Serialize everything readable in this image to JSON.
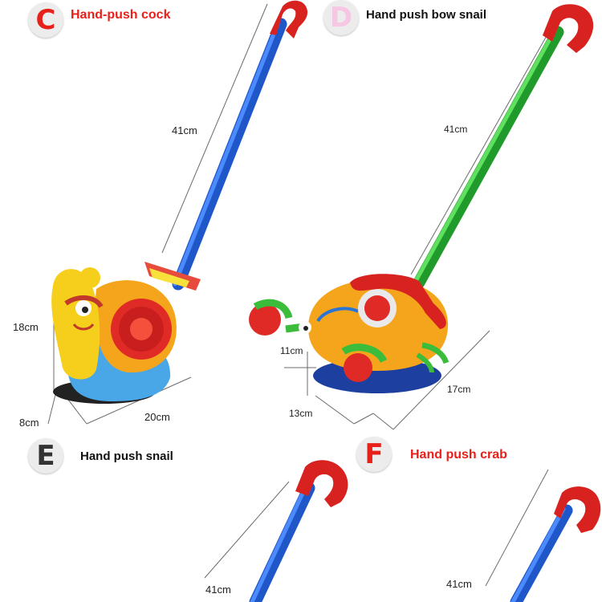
{
  "products": [
    {
      "letter": "C",
      "name": "Hand-push cock",
      "letter_color": "#e8201a",
      "name_color": "#e8201a"
    },
    {
      "letter": "D",
      "name": "Hand push bow snail",
      "letter_color": "#f6c6e2",
      "name_color": "#111111"
    },
    {
      "letter": "E",
      "name": "Hand push snail",
      "letter_color": "#333333",
      "name_color": "#111111"
    },
    {
      "letter": "F",
      "name": "Hand push crab",
      "letter_color": "#e8201a",
      "name_color": "#e8201a"
    }
  ],
  "dimensions": {
    "snail_handle": "41cm",
    "snail_height": "18cm",
    "snail_depth": "8cm",
    "snail_length": "20cm",
    "crab_handle": "41cm",
    "crab_height": "11cm",
    "crab_depth": "13cm",
    "crab_length": "17cm",
    "bottom_left_handle": "41cm",
    "bottom_right_handle": "41cm"
  },
  "colors": {
    "handle_blue": "#2f6fe0",
    "handle_green": "#35c23a",
    "grip_red": "#d8221f",
    "snail_yellow": "#f6cf1d",
    "snail_shell": "#f5a51b",
    "crab_red": "#e02a25",
    "base_blue": "#49a7e8"
  },
  "icons": [
    "snail-toy",
    "crab-toy",
    "push-handle"
  ]
}
